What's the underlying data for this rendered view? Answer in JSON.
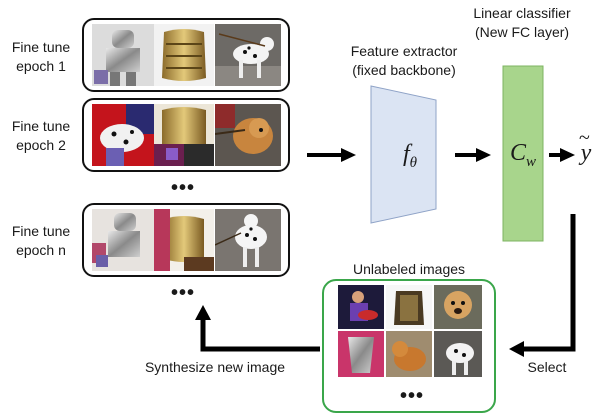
{
  "epochs": [
    {
      "label_line1": "Fine tune",
      "label_line2": "epoch 1",
      "images": [
        "knight-armor-image",
        "breastplate-image",
        "dalmatian-image"
      ]
    },
    {
      "label_line1": "Fine tune",
      "label_line2": "epoch 2",
      "images": [
        "mixed-dalmatian-image",
        "mixed-breastplate-image",
        "mixed-retriever-image"
      ]
    },
    {
      "label_line1": "Fine tune",
      "label_line2": "epoch n",
      "images": [
        "mixed-knight-image",
        "mixed-armor-image",
        "mixed-dalmatian-2-image"
      ]
    }
  ],
  "ellipsis": "•••",
  "feature_extractor": {
    "line1": "Feature extractor",
    "line2": "(fixed backbone)",
    "symbol": "f",
    "subscript": "θ",
    "color": "#dbe4f3"
  },
  "classifier": {
    "line1": "Linear classifier",
    "line2": "(New FC layer)",
    "symbol": "C",
    "subscript": "w",
    "color": "#a8d58c"
  },
  "output": {
    "symbol": "y",
    "accent": "~"
  },
  "unlabeled": {
    "title": "Unlabeled images",
    "border_color": "#3aa64a"
  },
  "arrows": {
    "select": "Select",
    "synthesize": "Synthesize new image"
  }
}
